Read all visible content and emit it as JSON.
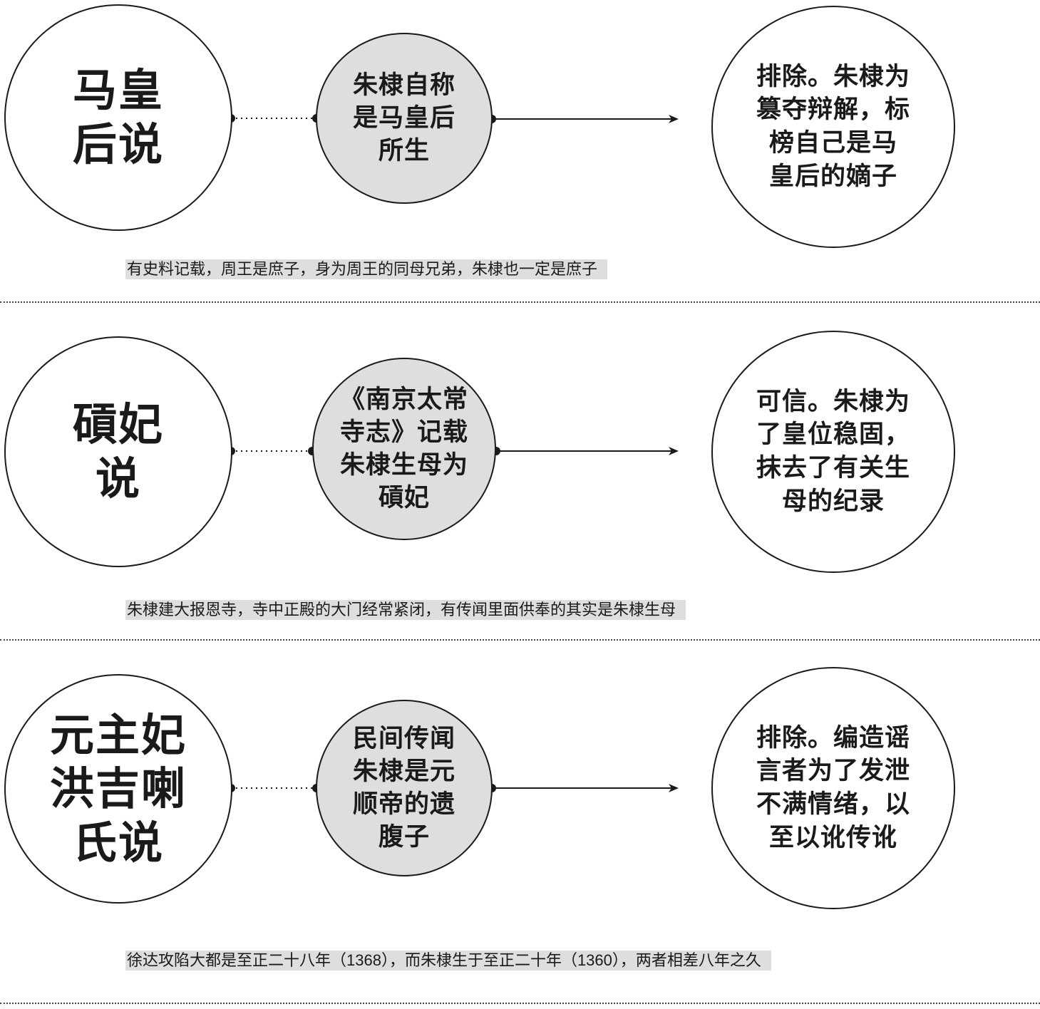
{
  "rows": [
    {
      "theory": "马皇\n后说",
      "evidence": "朱棣自称\n是马皇后\n所生",
      "verdict": "排除。朱棣为\n篡夺辩解，标\n榜自己是马\n皇后的嫡子",
      "note": "有史料记载，周王是庶子，身为周王的同母兄弟，朱棣也一定是庶子"
    },
    {
      "theory": "碽妃\n说",
      "evidence": "《南京太常\n寺志》记载\n朱棣生母为\n碽妃",
      "verdict": "可信。朱棣为\n了皇位稳固，\n抹去了有关生\n母的纪录",
      "note": "朱棣建大报恩寺，寺中正殿的大门经常紧闭，有传闻里面供奉的其实是朱棣生母"
    },
    {
      "theory": "元主妃\n洪吉喇\n氏说",
      "evidence": "民间传闻\n朱棣是元\n顺帝的遗\n腹子",
      "verdict": "排除。编造谣\n言者为了发泄\n不满情绪，以\n至以讹传讹",
      "note": "徐达攻陷大都是至正二十八年（1368），而朱棣生于至正二十年（1360），两者相差八年之久"
    }
  ]
}
